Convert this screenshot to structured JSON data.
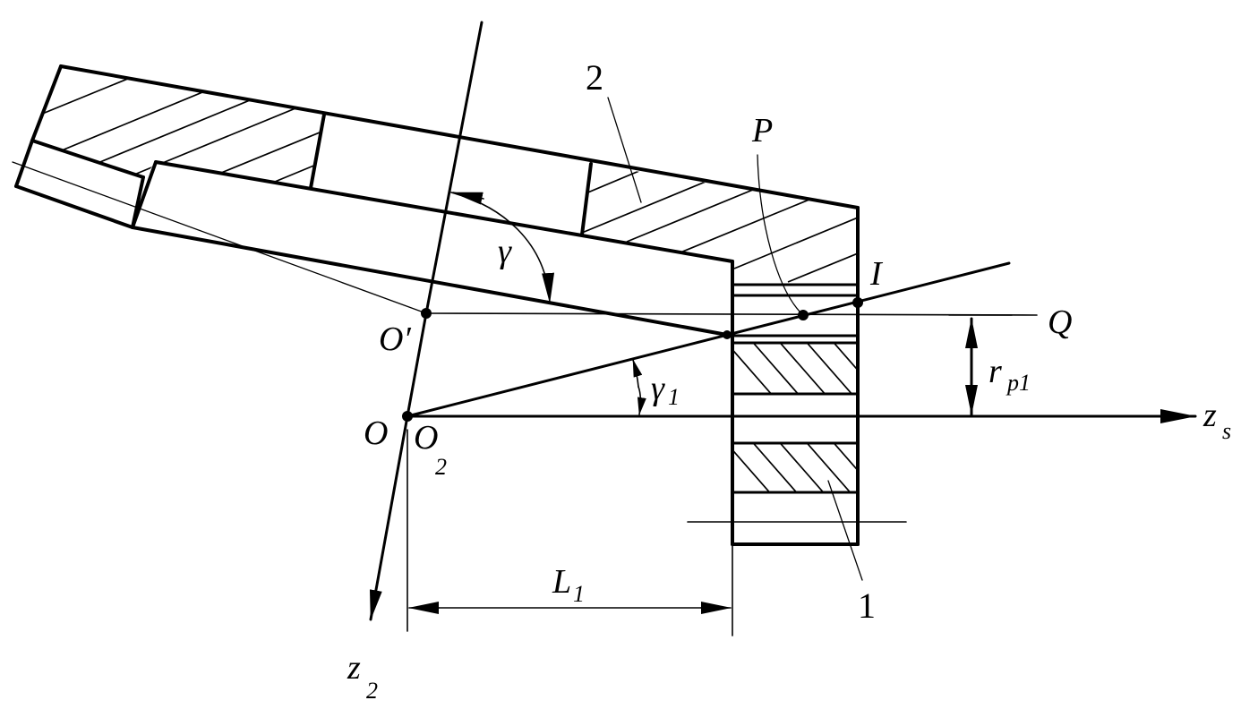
{
  "labels": {
    "part2": "2",
    "part1": "1",
    "P": "P",
    "I": "I",
    "Q": "Q",
    "gamma": "γ",
    "gamma1_main": "γ",
    "gamma1_sub": "1",
    "O_prime": "O′",
    "O": "O",
    "O2_main": "O",
    "O2_sub": "2",
    "rp1_main": "r",
    "rp1_sub": "p1",
    "zs_main": "z",
    "zs_sub": "s",
    "z2_main": "z",
    "z2_sub": "2",
    "L1_main": "L",
    "L1_sub": "1"
  }
}
